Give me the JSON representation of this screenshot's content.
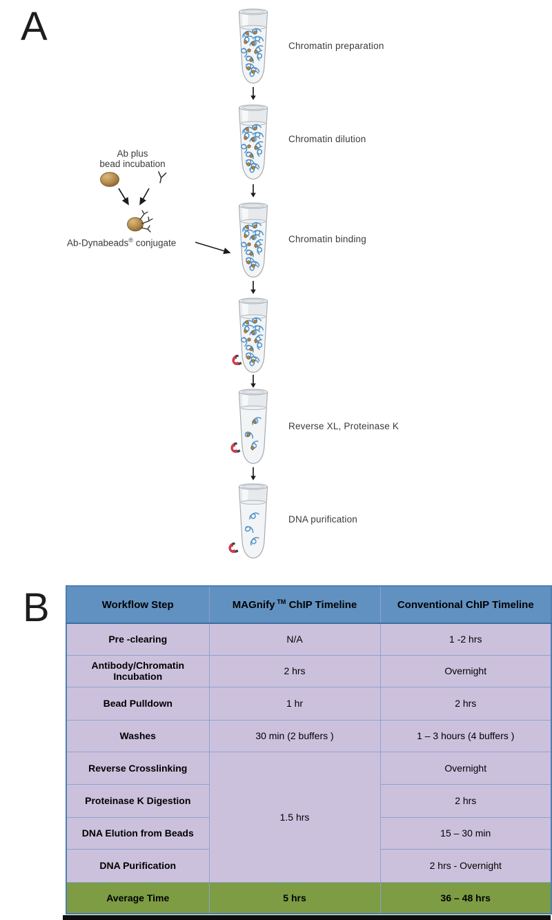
{
  "figure": {
    "panel_a": {
      "label": "A",
      "left_annotation": {
        "incubation_line1": "Ab plus",
        "incubation_line2": "bead incubation",
        "conjugate_prefix": "Ab-Dynabeads",
        "conjugate_reg_mark": "®",
        "conjugate_suffix": " conjugate"
      },
      "steps": [
        {
          "label": "Chromatin preparation"
        },
        {
          "label": "Chromatin dilution"
        },
        {
          "label": "Chromatin binding"
        },
        {
          "label": ""
        },
        {
          "label": "Reverse XL, Proteinase K"
        },
        {
          "label": "DNA purification"
        }
      ],
      "icons": {
        "tube": "microcentrifuge-tube",
        "magnet": "horseshoe-magnet",
        "antibody": "Y-antibody",
        "bead": "dynabead",
        "down_arrow": "↓"
      }
    },
    "panel_b": {
      "label": "B",
      "table": {
        "headers": {
          "col1": "Workflow Step",
          "col2_prefix": "MAGnify",
          "col2_tm": "TM",
          "col2_suffix": " ChIP Timeline",
          "col3": "Conventional ChIP Timeline"
        },
        "merged_magnify_value": "1.5 hrs",
        "rows": [
          {
            "step": "Pre -clearing",
            "magnify": "N/A",
            "conventional": "1 -2 hrs"
          },
          {
            "step": "Antibody/Chromatin Incubation",
            "magnify": "2 hrs",
            "conventional": "Overnight"
          },
          {
            "step": "Bead Pulldown",
            "magnify": "1 hr",
            "conventional": "2 hrs"
          },
          {
            "step": "Washes",
            "magnify": "30 min (2 buffers )",
            "conventional": "1 – 3 hours (4 buffers )"
          },
          {
            "step": "Reverse Crosslinking",
            "conventional": "Overnight"
          },
          {
            "step": "Proteinase K Digestion",
            "conventional": "2 hrs"
          },
          {
            "step": "DNA Elution from Beads",
            "conventional": "15 – 30 min"
          },
          {
            "step": "DNA Purification",
            "conventional": "2 hrs - Overnight"
          },
          {
            "step": "Average Time",
            "magnify": "5 hrs",
            "conventional": "36 – 48 hrs"
          }
        ]
      },
      "colors": {
        "header_bg": "#6191c1",
        "body_bg": "#ccc1dd",
        "footer_bg": "#7d9c44",
        "grid_border": "#8ca2cc",
        "outer_border": "#4d7db2"
      }
    }
  }
}
